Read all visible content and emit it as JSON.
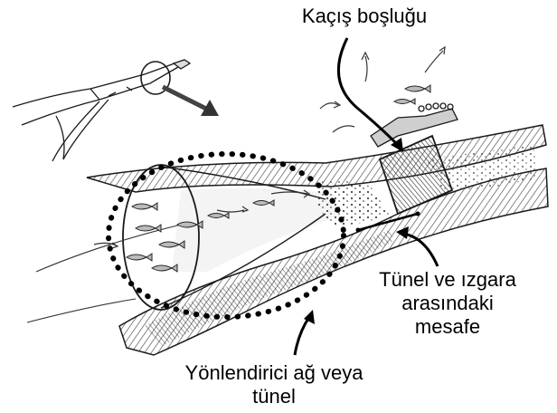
{
  "labels": {
    "escape_opening": "Kaçış boşluğu",
    "distance_line1": "Tünel ve ızgara",
    "distance_line2": "arasındaki",
    "distance_line3": "mesafe",
    "guide_line1": "Yönlendirici ağ veya",
    "guide_line2": "tünel"
  },
  "colors": {
    "ink": "#1a1a1a",
    "background": "#ffffff",
    "shading": "#6e6e6e"
  }
}
